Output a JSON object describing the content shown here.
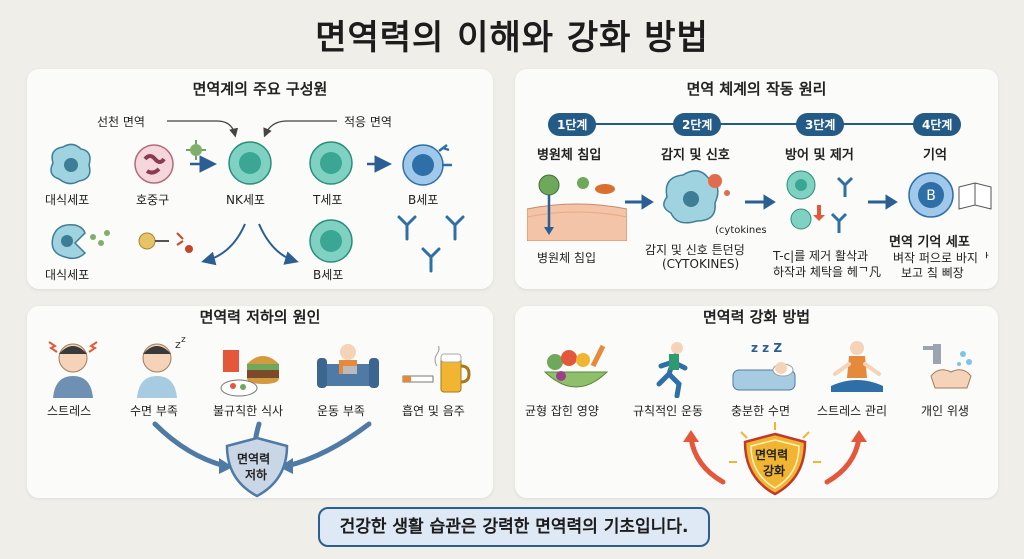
{
  "title": "면역력의 이해와 강화 방법",
  "components": {
    "title": "면역계의 주요 구성원",
    "innate_label": "선천 면역",
    "adaptive_label": "적응 면역",
    "cells": [
      "대식세포",
      "호중구",
      "NK세포",
      "T세포",
      "B세포",
      "대식세포",
      "B세포"
    ]
  },
  "mechanism": {
    "title": "면역 체계의 작동 원리",
    "steps": [
      {
        "badge": "1단계",
        "name": "병원체 침입",
        "caption": "병원체 침입"
      },
      {
        "badge": "2단계",
        "name": "감지 및 신호",
        "caption_line1": "감지 및 신호 튼던덩",
        "caption_line2": "(CYTOKINES)",
        "note": "(cytokines"
      },
      {
        "badge": "3단계",
        "name": "방어 및 제거",
        "caption_line1": "T-c|를 제거 활삭과",
        "caption_line2": "하작과 체탁을 헤ᄀ凡"
      },
      {
        "badge": "4단계",
        "name": "기억",
        "caption_bold": "면역 기억 세포",
        "caption_line1": "벼작 퍼으로 바지ᅡ",
        "caption_line2": "보고 칰 삐장",
        "badge_letter": "B"
      }
    ]
  },
  "causes": {
    "title": "면역력 저하의 원인",
    "items": [
      "스트레스",
      "수면 부족",
      "불규칙한 식사",
      "운동 부족",
      "흡연 및 음주"
    ],
    "shield_line1": "면역력",
    "shield_line2": "저하"
  },
  "boost": {
    "title": "면역력 강화 방법",
    "items": [
      "균형 잡힌 영양",
      "규칙적인 운동",
      "충분한 수면",
      "스트레스 관리",
      "개인 위생"
    ],
    "shield_line1": "면역력",
    "shield_line2": "강화"
  },
  "footer": "건강한 생활 습관은 강력한 면역력의 기초입니다.",
  "colors": {
    "accent": "#245b86",
    "cell_teal": "#5bbfae",
    "shield_blue": "#6f8fb3",
    "shield_gold": "#f2b531",
    "arrow_red": "#e5573a"
  }
}
